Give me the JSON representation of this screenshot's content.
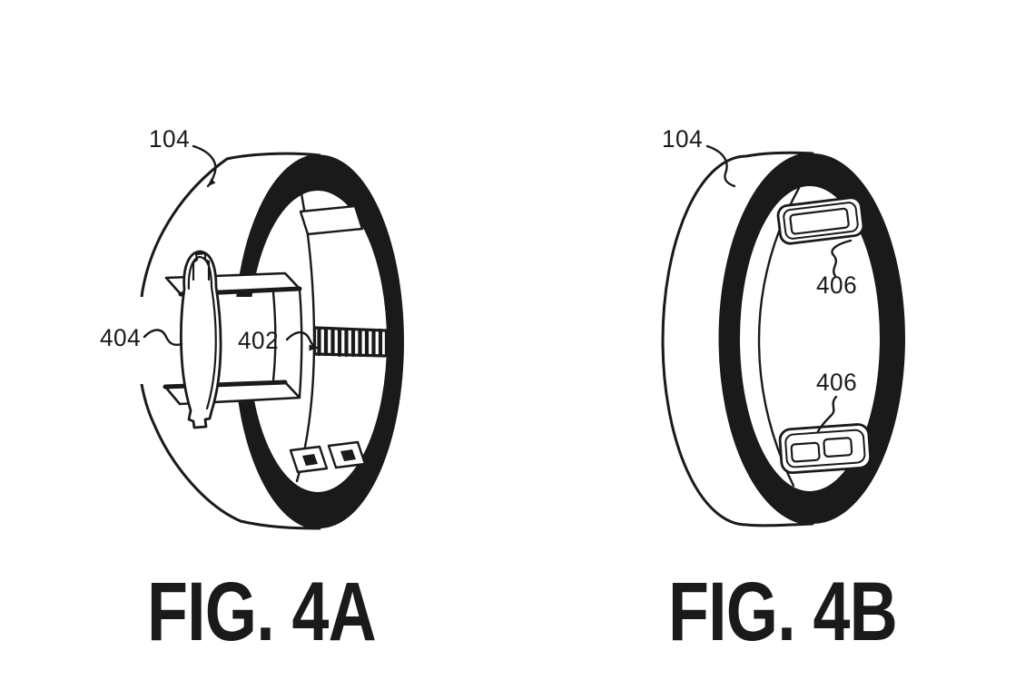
{
  "page": {
    "background": "#ffffff",
    "ink": "#1a1a1a"
  },
  "figures": [
    {
      "caption": "FIG. 4A",
      "labels": [
        {
          "ref": "104"
        },
        {
          "ref": "404"
        },
        {
          "ref": "402"
        }
      ]
    },
    {
      "caption": "FIG. 4B",
      "labels": [
        {
          "ref": "104"
        },
        {
          "ref": "406"
        },
        {
          "ref": "406"
        }
      ]
    }
  ]
}
